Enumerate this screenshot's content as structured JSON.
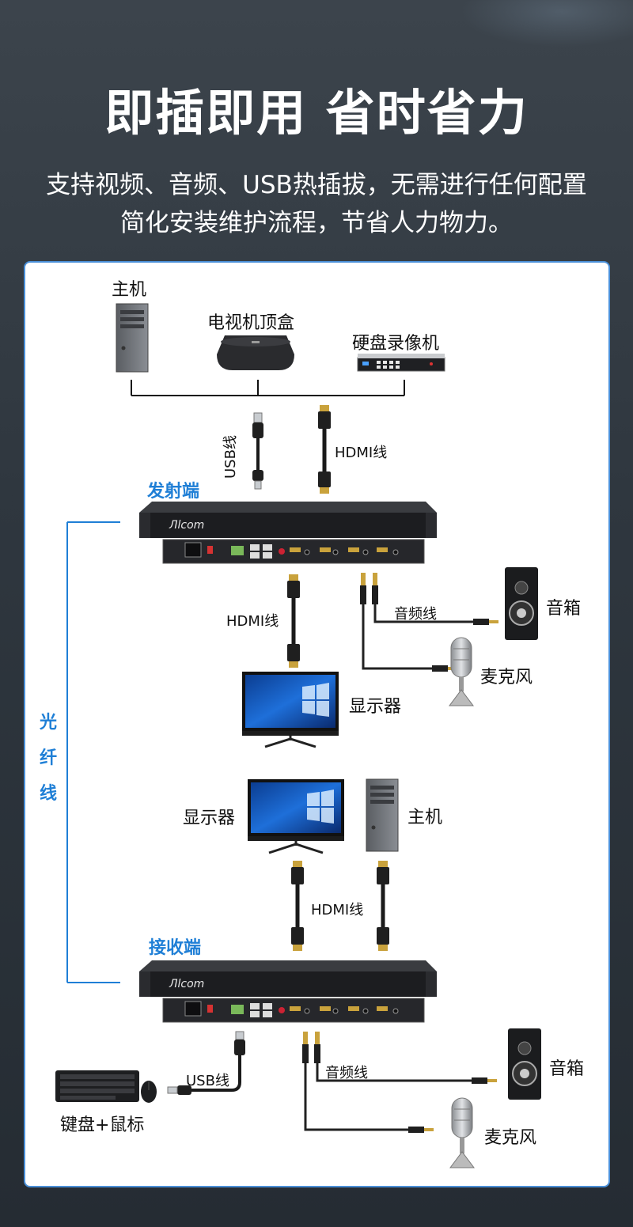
{
  "headline": "即插即用 省时省力",
  "subtitle": {
    "line1": "支持视频、音频、USB热插拔，无需进行任何配置",
    "line2": "简化安装维护流程，节省人力物力。"
  },
  "diagram": {
    "source_devices": {
      "host": "主机",
      "tv_box": "电视机顶盒",
      "nvr": "硬盘录像机"
    },
    "cables": {
      "usb_top": "USB线",
      "hdmi_top": "HDMI线",
      "hdmi_monitor": "HDMI线",
      "audio_tx": "音频线",
      "hdmi_rx": "HDMI线",
      "usb_bottom": "USB线",
      "audio_rx": "音频线"
    },
    "transmitter": {
      "label": "发射端",
      "brand": "Лlcom"
    },
    "receiver": {
      "label": "接收端",
      "brand": "Лlcom"
    },
    "fiber": [
      "光",
      "纤",
      "线"
    ],
    "tx_peripherals": {
      "speaker": "音箱",
      "mic": "麦克风",
      "monitor": "显示器"
    },
    "rx_outputs": {
      "monitor": "显示器",
      "host": "主机"
    },
    "rx_peripherals": {
      "keyboard_mouse": "键盘+鼠标",
      "speaker": "音箱",
      "mic": "麦克风"
    }
  },
  "colors": {
    "accent": "#1f7fd6",
    "panel_border": "#4a8fd8"
  }
}
